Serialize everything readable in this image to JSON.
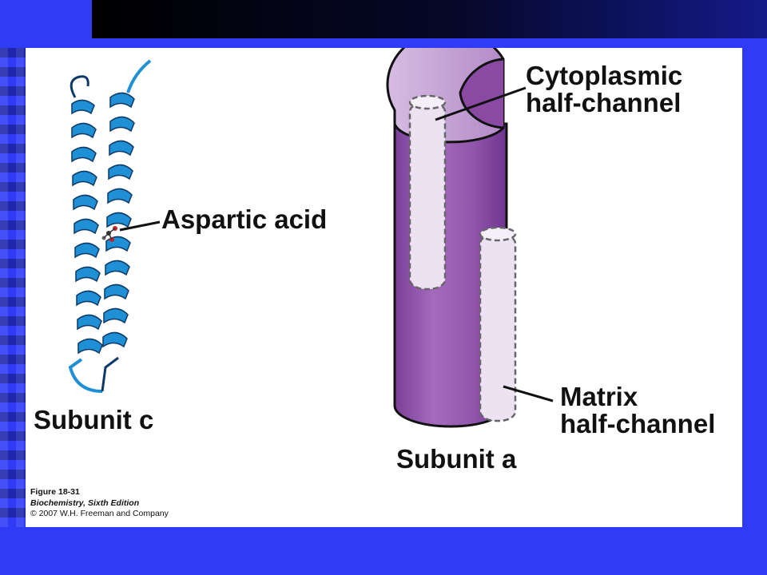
{
  "labels": {
    "cytoplasmic_line1": "Cytoplasmic",
    "cytoplasmic_line2": "half-channel",
    "aspartic": "Aspartic acid",
    "matrix_line1": "Matrix",
    "matrix_line2": "half-channel",
    "subunit_left": "Subunit c",
    "subunit_right": "Subunit a"
  },
  "caption": {
    "figure": "Figure 18-31",
    "book": "Biochemistry, Sixth Edition",
    "copyright": "© 2007 W.H. Freeman and Company"
  },
  "colors": {
    "helix": "#1f8fd6",
    "cylinder": "#9a5bb0",
    "channel": "#ece2f2",
    "slide_bg": "#2f3bf5"
  }
}
